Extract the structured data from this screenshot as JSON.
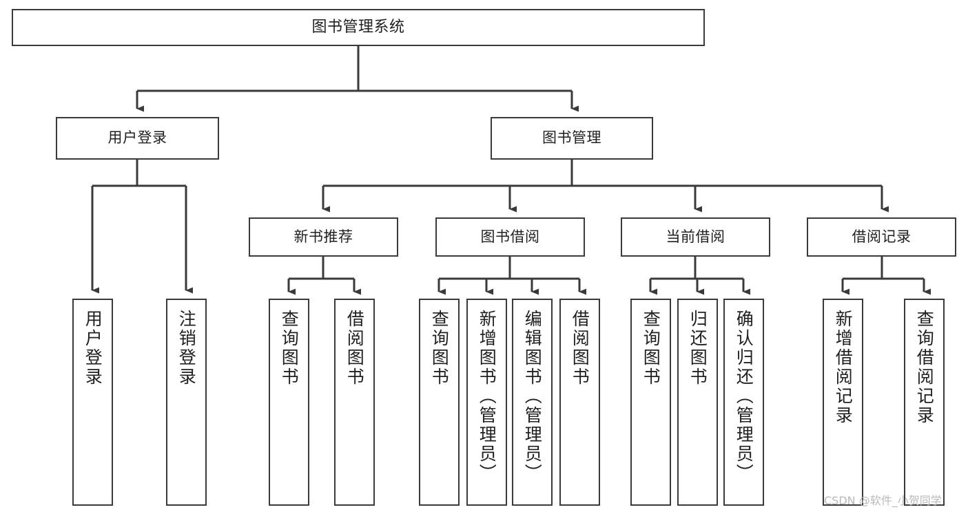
{
  "diagram": {
    "type": "tree",
    "title": "图书管理系统",
    "watermark": "CSDN @软件_小贺同学",
    "line_color": "#3a3a3a",
    "box_fill": "#ffffff",
    "text_color": "#1f1f1f",
    "nodes": {
      "root": {
        "label": "图书管理系统"
      },
      "l2": [
        {
          "label": "用户登录"
        },
        {
          "label": "图书管理"
        }
      ],
      "l3": [
        {
          "label": "新书推荐"
        },
        {
          "label": "图书借阅"
        },
        {
          "label": "当前借阅"
        },
        {
          "label": "借阅记录"
        }
      ],
      "leaves_user_login": [
        {
          "label": "用户登录"
        },
        {
          "label": "注销登录"
        }
      ],
      "leaves_new_book": [
        {
          "label": "查询图书"
        },
        {
          "label": "借阅图书"
        }
      ],
      "leaves_borrow": [
        {
          "label": "查询图书"
        },
        {
          "label": "新增图书（管理员）"
        },
        {
          "label": "编辑图书（管理员）"
        },
        {
          "label": "借阅图书"
        }
      ],
      "leaves_current": [
        {
          "label": "查询图书"
        },
        {
          "label": "归还图书"
        },
        {
          "label": "确认归还（管理员）"
        }
      ],
      "leaves_records": [
        {
          "label": "新增借阅记录"
        },
        {
          "label": "查询借阅记录"
        }
      ]
    }
  }
}
